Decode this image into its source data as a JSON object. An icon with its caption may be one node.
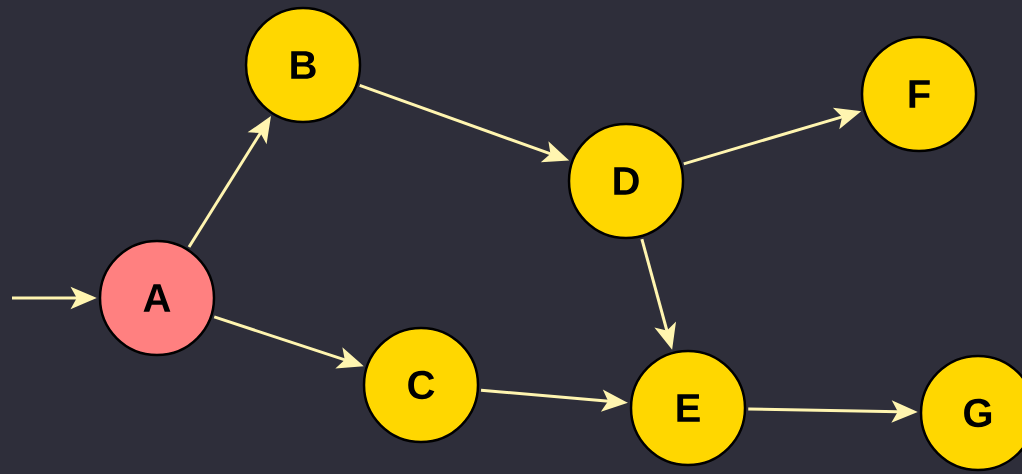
{
  "diagram": {
    "nodes": [
      {
        "text": [
          "A"
        ]
      },
      {
        "text": [
          "B"
        ]
      },
      {
        "text": [
          "C"
        ]
      },
      {
        "text": [
          "D"
        ]
      },
      {
        "text": [
          "E"
        ]
      },
      {
        "text": [
          "F"
        ]
      },
      {
        "text": [
          "G"
        ]
      }
    ],
    "edges": [
      {
        "from": null,
        "to": 0,
        "arrow": "to"
      },
      {
        "from": 0,
        "to": 1,
        "arrow": "to"
      },
      {
        "from": 0,
        "to": 2,
        "arrow": "to"
      },
      {
        "from": 1,
        "to": 3,
        "arrow": "to"
      },
      {
        "from": 2,
        "to": 4,
        "arrow": "to"
      },
      {
        "from": 3,
        "to": 5,
        "arrow": "to"
      },
      {
        "from": 3,
        "to": 4,
        "arrow": "to"
      },
      {
        "from": 4,
        "to": 6,
        "arrow": "to"
      }
    ]
  }
}
